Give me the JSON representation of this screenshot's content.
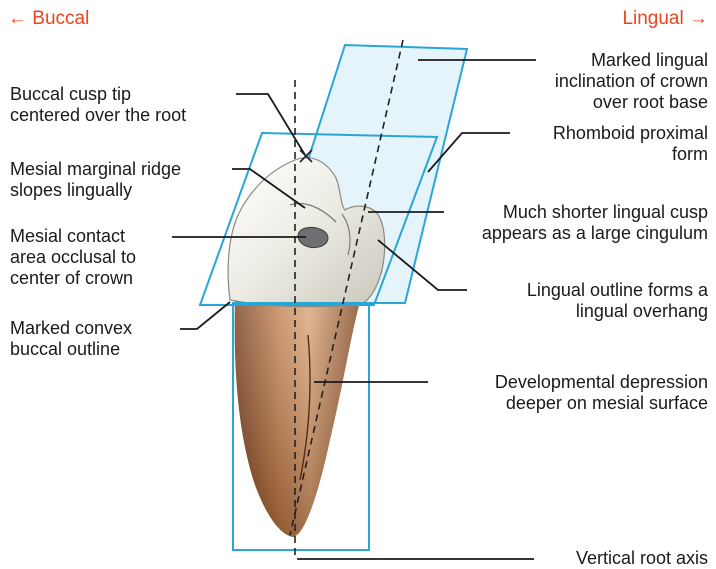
{
  "direction": {
    "left": "← Buccal",
    "right": "Lingual →"
  },
  "colors": {
    "plane": "#2aa6d6",
    "plane_fill": "#cfe9f6",
    "heading": "#e8441e",
    "crown": "#ecebe3",
    "root": "#a9602f"
  },
  "labels": {
    "buccal_cusp_tip": "Buccal cusp tip\ncentered over the root",
    "mesial_marginal_ridge": "Mesial marginal ridge\nslopes lingually",
    "mesial_contact": "Mesial contact\narea occlusal to\ncenter of crown",
    "convex_buccal": "Marked convex\nbuccal outline",
    "lingual_inclination": "Marked lingual\ninclination of crown\nover root base",
    "rhomboid": "Rhomboid proximal\nform",
    "shorter_lingual_cusp": "Much shorter lingual cusp\nappears as a large cingulum",
    "lingual_outline": "Lingual outline forms a\nlingual overhang",
    "developmental_depression": "Developmental depression\ndeeper on mesial surface",
    "vertical_root_axis": "Vertical root axis"
  }
}
